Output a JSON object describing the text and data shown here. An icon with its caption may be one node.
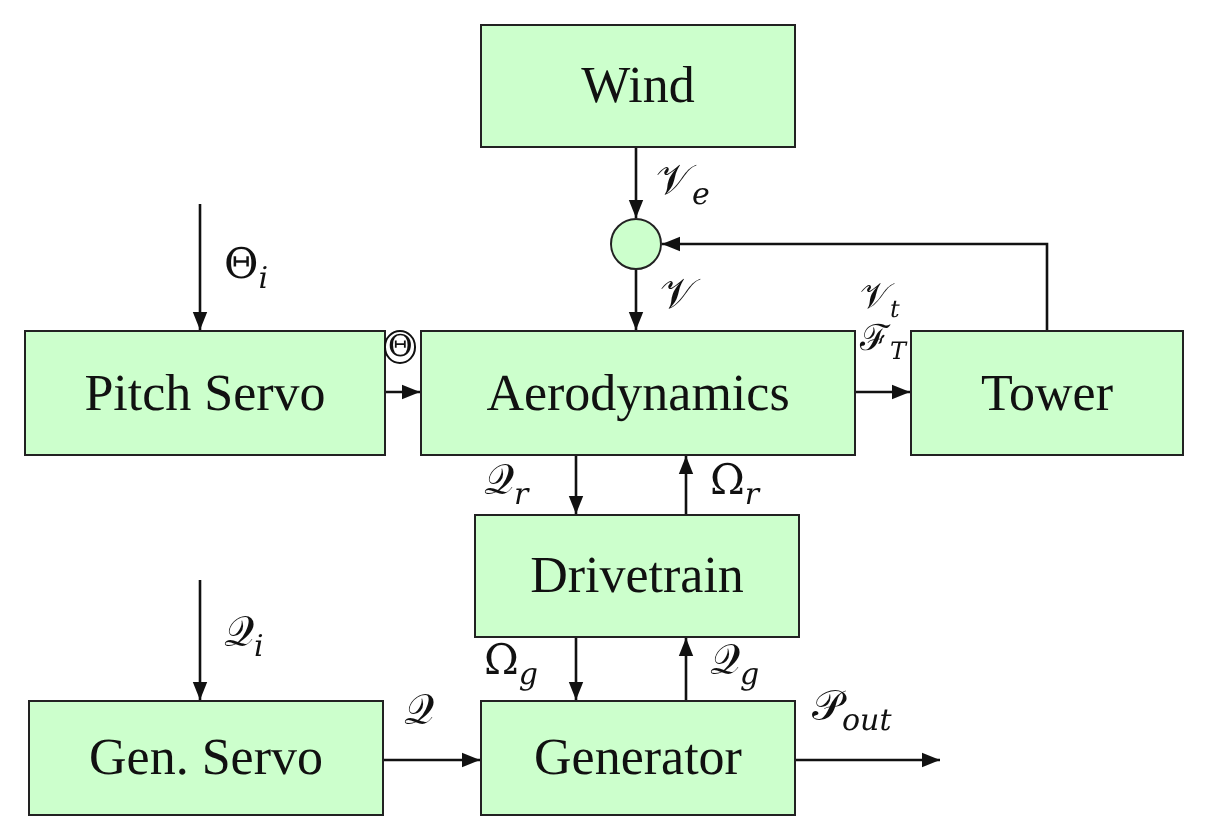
{
  "diagram": {
    "nodes": [
      {
        "text": [
          "Wind"
        ]
      },
      {
        "text": [],
        "shape": "circle"
      },
      {
        "text": [
          "Pitch Servo"
        ]
      },
      {
        "text": [
          "Aerodynamics"
        ]
      },
      {
        "text": [
          "Tower"
        ]
      },
      {
        "text": [
          "Drivetrain"
        ]
      },
      {
        "text": [
          "Gen. Servo"
        ]
      },
      {
        "text": [
          "Generator"
        ]
      }
    ],
    "edges": [
      {
        "from": 0,
        "to": 1,
        "arrow": "to",
        "label": "𝒱$_{e}$"
      },
      {
        "from": 1,
        "to": 3,
        "arrow": "to",
        "label": "𝒱"
      },
      {
        "from": 4,
        "to": 1,
        "arrow": "to"
      },
      {
        "from": null,
        "to": 2,
        "arrow": "to",
        "label": "Θ$_{i}$"
      },
      {
        "from": 2,
        "to": 3,
        "arrow": "to",
        "label": "Θ"
      },
      {
        "from": 3,
        "to": 4,
        "arrow": "to",
        "label": "𝒱$_{t}$ ℱ$_{T}$"
      },
      {
        "from": 3,
        "to": 5,
        "arrow": "to",
        "label": "𝒬$_{r}$"
      },
      {
        "from": 5,
        "to": 3,
        "arrow": "to",
        "label": "Ω$_{r}$"
      },
      {
        "from": 5,
        "to": 7,
        "arrow": "to",
        "label": "Ω$_{g}$"
      },
      {
        "from": 7,
        "to": 5,
        "arrow": "to",
        "label": "𝒬$_{g}$"
      },
      {
        "from": null,
        "to": 6,
        "arrow": "to",
        "label": "𝒬$_{i}$"
      },
      {
        "from": 6,
        "to": 7,
        "arrow": "to",
        "label": "𝒬"
      },
      {
        "from": 7,
        "to": null,
        "arrow": "to",
        "label": "𝒫$_{out}$"
      }
    ]
  }
}
